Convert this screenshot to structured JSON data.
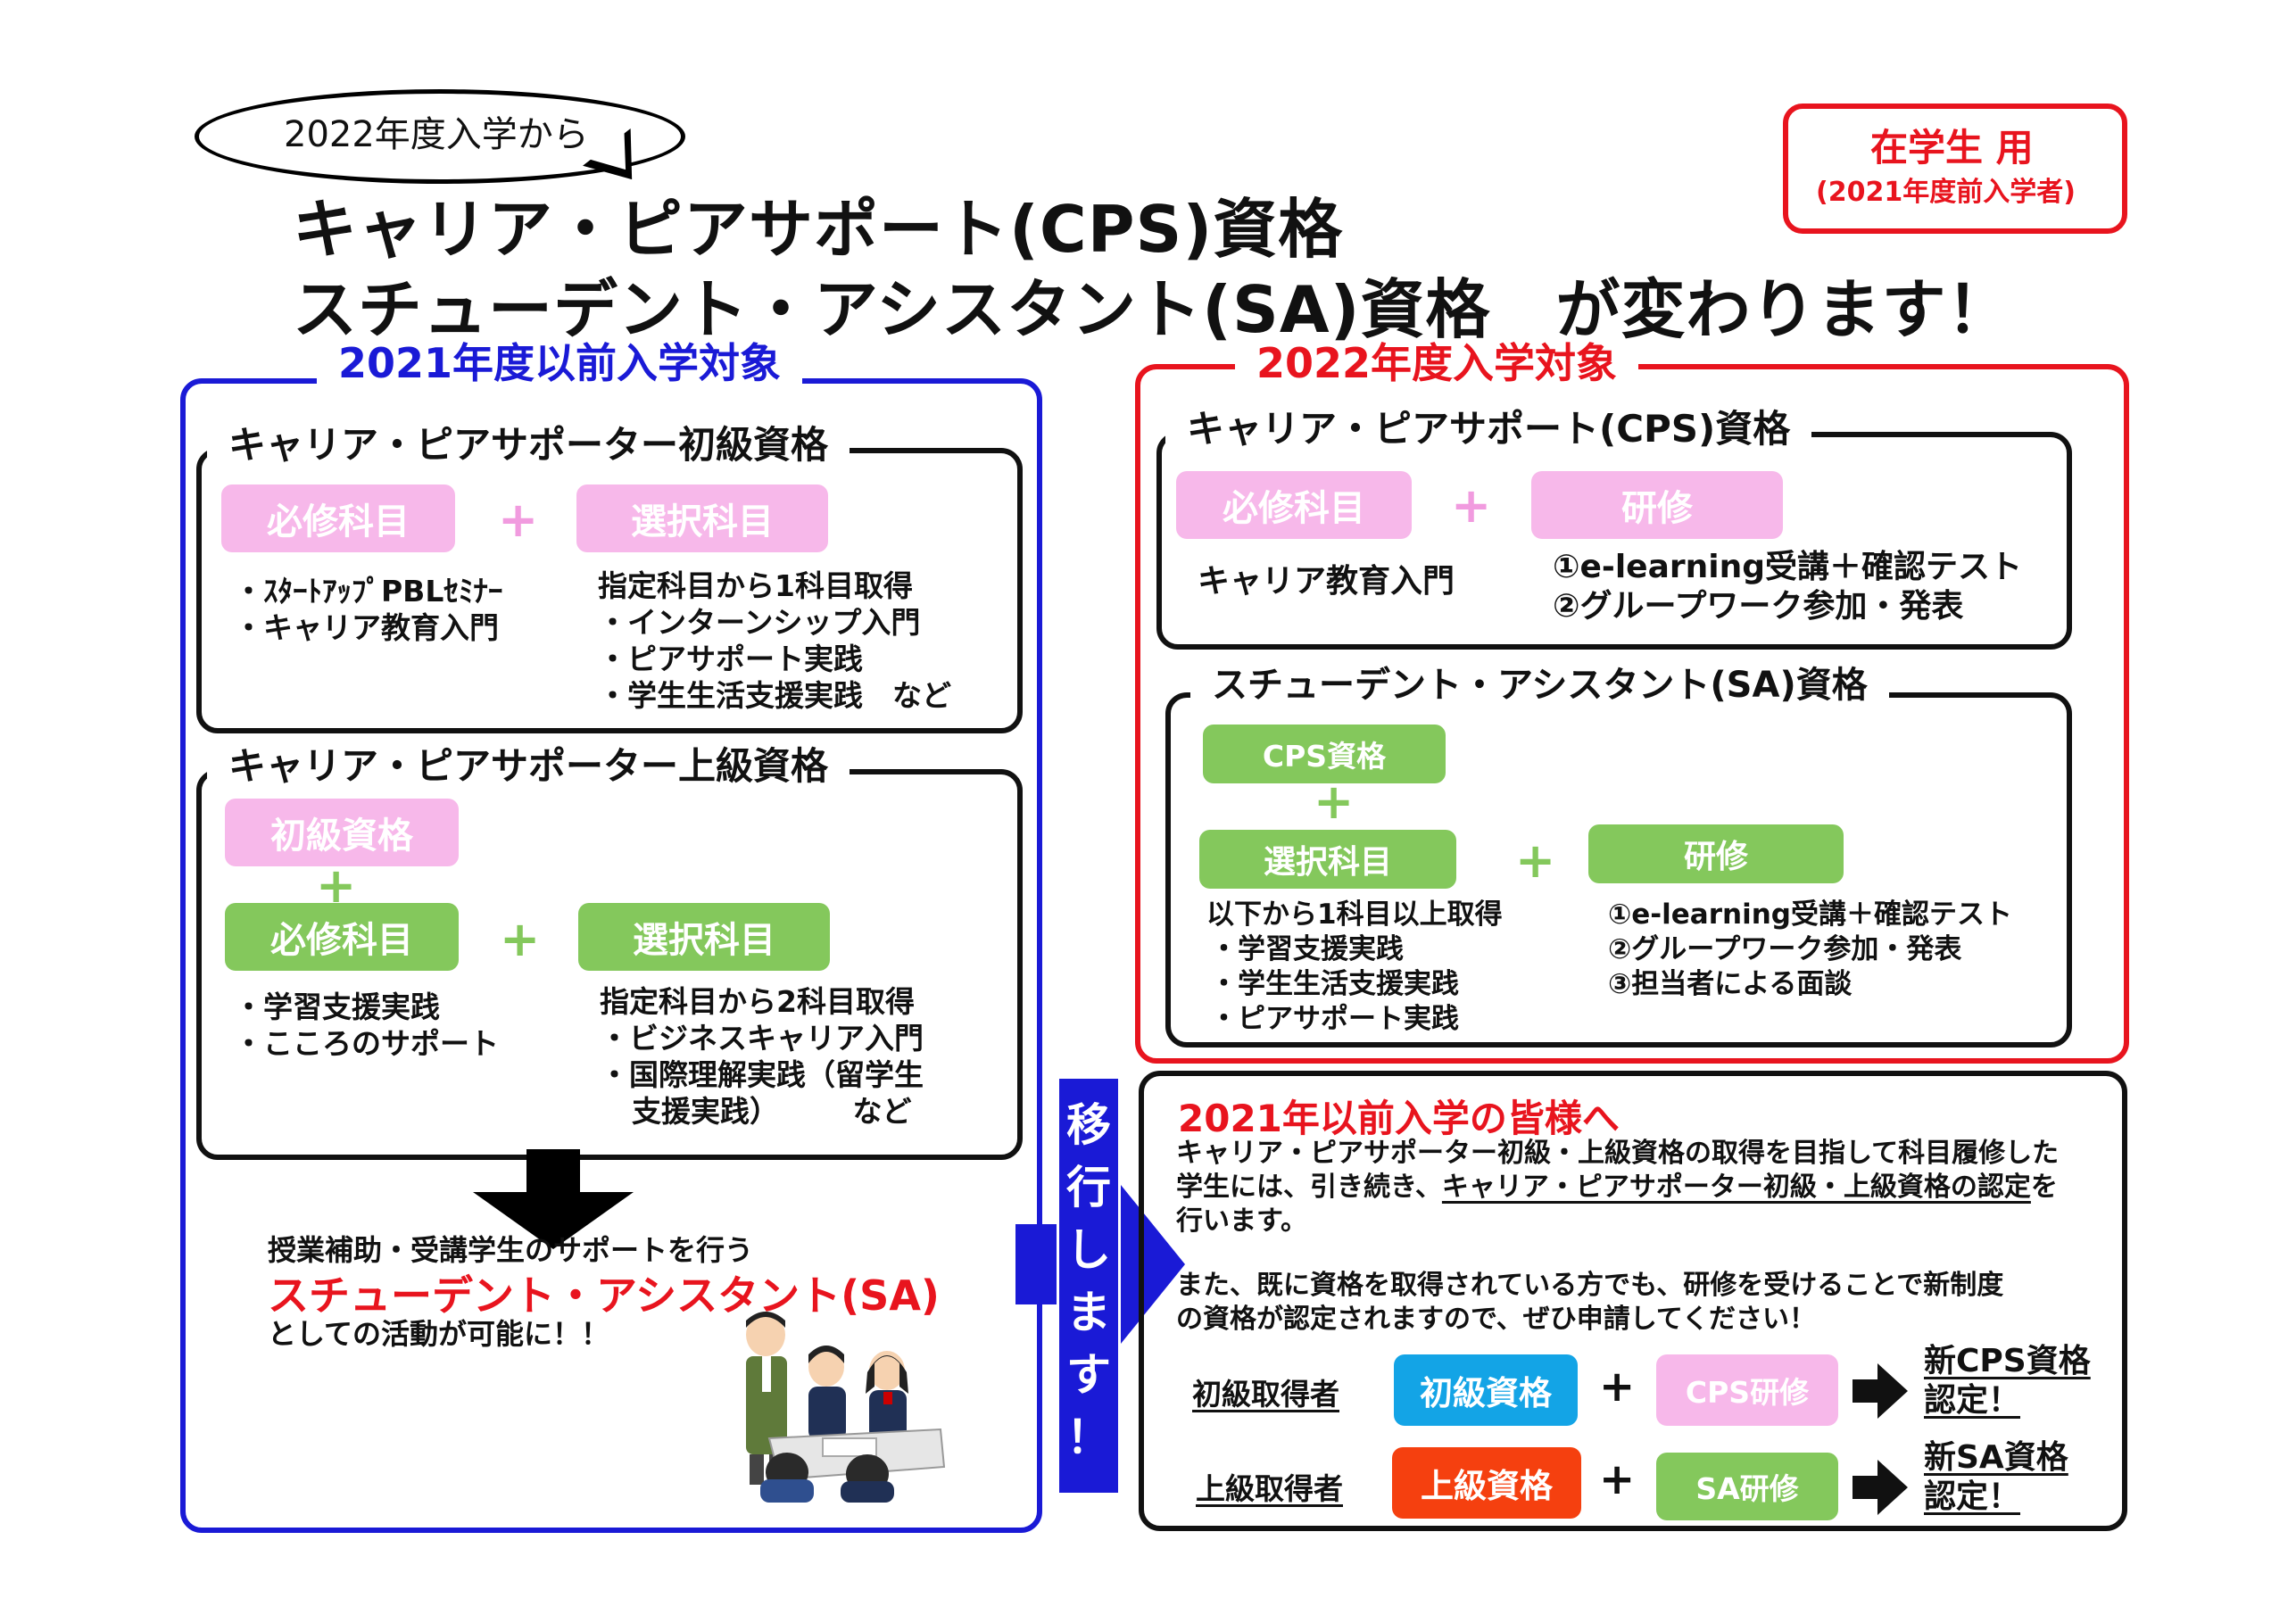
{
  "bubble_text": "2022年度入学から",
  "title": {
    "line1": "キャリア・ピアサポート(CPS)資格",
    "line2": "スチューデント・アシスタント(SA)資格　が変わります！"
  },
  "student_badge": {
    "line1": "在学生 用",
    "line2": "(2021年度前入学者)"
  },
  "colors": {
    "blue": "#1a1ad6",
    "red": "#e8141e",
    "pink": "#f7b8ea",
    "green": "#84c85c",
    "cyan": "#13a4e6",
    "orange": "#f5400f"
  },
  "left": {
    "heading": "2021年度以前入学対象",
    "beginner": {
      "title": "キャリア・ピアサポーター初級資格",
      "required_label": "必修科目",
      "elective_label": "選択科目",
      "required_items": [
        "・ｽﾀｰﾄｱｯﾌﾟPBLｾﾐﾅｰ",
        "・キャリア教育入門"
      ],
      "elective_items": [
        "指定科目から1科目取得",
        "・インターンシップ入門",
        "・ピアサポート実践",
        "・学生生活支援実践　など"
      ]
    },
    "advanced": {
      "title": "キャリア・ピアサポーター上級資格",
      "prereq_label": "初級資格",
      "required_label": "必修科目",
      "elective_label": "選択科目",
      "required_items": [
        "・学習支援実践",
        "・こころのサポート"
      ],
      "elective_items": [
        "指定科目から2科目取得",
        "・ビジネスキャリア入門",
        "・国際理解実践（留学生",
        "支援実践）　　　など"
      ]
    },
    "sa_lead": "授業補助・受講学生のサポートを行う",
    "sa_name": "スチューデント・アシスタント(SA)",
    "sa_tail": "としての活動が可能に！！"
  },
  "transition_label": [
    "移",
    "行",
    "し",
    "ま",
    "す",
    "！"
  ],
  "right": {
    "heading": "2022年度入学対象",
    "cps": {
      "title": "キャリア・ピアサポート(CPS)資格",
      "required_label": "必修科目",
      "training_label": "研修",
      "required_item": "キャリア教育入門",
      "training_items": [
        "①e-learning受講＋確認テスト",
        "②グループワーク参加・発表"
      ]
    },
    "sa": {
      "title": "スチューデント・アシスタント(SA)資格",
      "cps_label": "CPS資格",
      "elective_label": "選択科目",
      "training_label": "研修",
      "elective_items": [
        "以下から1科目以上取得",
        "・学習支援実践",
        "・学生生活支援実践",
        "・ピアサポート実践"
      ],
      "training_items": [
        "①e-learning受講＋確認テスト",
        "②グループワーク参加・発表",
        "③担当者による面談"
      ]
    },
    "notice": {
      "title": "2021年以前入学の皆様へ",
      "para1_a": "キャリア・ピアサポーター初級・上級資格の取得を目指して科目履修した",
      "para1_b_pre": "学生には、引き続き、",
      "para1_b_u": "キャリア・ピアサポーター初級・上級資格の認定",
      "para1_b_post": "を",
      "para1_c": "行います。",
      "para2_a": "また、既に資格を取得されている方でも、研修を受けることで新制度",
      "para2_b": "の資格が認定されますので、ぜひ申請してください！",
      "row1": {
        "holder": "初級取得者",
        "qual": "初級資格",
        "training": "CPS研修",
        "result_a": "新CPS資格",
        "result_b": "認定！"
      },
      "row2": {
        "holder": "上級取得者",
        "qual": "上級資格",
        "training": "SA研修",
        "result_a": "新SA資格",
        "result_b": "認定！"
      }
    }
  }
}
